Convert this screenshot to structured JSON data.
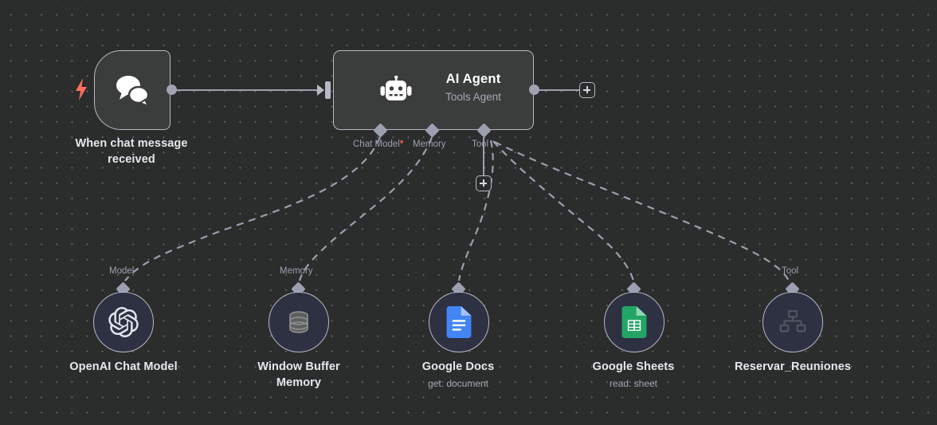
{
  "canvas": {
    "background_color": "#2b2c2c",
    "dot_color": "#6a6c6c"
  },
  "colors": {
    "node_fill": "#3b3d3d",
    "node_border": "#b6bac4",
    "sub_node_fill": "#2e3142",
    "edge": "#9b9fae",
    "accent_trigger": "#ff6d5a",
    "required_star": "#ff5a52",
    "text_primary": "#e6e8ee",
    "text_secondary": "#a4a8b4",
    "connector_label": "#9ba0b2",
    "google_docs_blue": "#4285f4",
    "google_sheets_green": "#23a566"
  },
  "nodes": {
    "trigger": {
      "label": "When chat message\nreceived",
      "icon": "chat-bubbles-icon",
      "badge_icon": "lightning-bolt-icon"
    },
    "agent": {
      "title": "AI Agent",
      "subtitle": "Tools Agent",
      "icon": "robot-icon",
      "connectors": [
        {
          "label": "Chat Model",
          "required": true,
          "required_marker": "*"
        },
        {
          "label": "Memory",
          "required": false,
          "required_marker": ""
        },
        {
          "label": "Tool",
          "required": false,
          "required_marker": ""
        }
      ]
    },
    "sub_nodes": [
      {
        "id": "openai-chat-model",
        "label": "OpenAI Chat Model",
        "sublabel": "",
        "connector_label": "Model",
        "icon": "openai-logo-icon"
      },
      {
        "id": "window-buffer-memory",
        "label": "Window Buffer\nMemory",
        "sublabel": "",
        "connector_label": "Memory",
        "icon": "database-icon"
      },
      {
        "id": "google-docs",
        "label": "Google Docs",
        "sublabel": "get: document",
        "connector_label": "",
        "icon": "google-docs-icon"
      },
      {
        "id": "google-sheets",
        "label": "Google Sheets",
        "sublabel": "read: sheet",
        "connector_label": "",
        "icon": "google-sheets-icon"
      },
      {
        "id": "reservar-reuniones",
        "label": "Reservar_Reuniones",
        "sublabel": "",
        "connector_label": "Tool",
        "icon": "network-hierarchy-icon"
      }
    ]
  },
  "buttons": {
    "add_after_agent": "+",
    "add_tool": "+"
  }
}
